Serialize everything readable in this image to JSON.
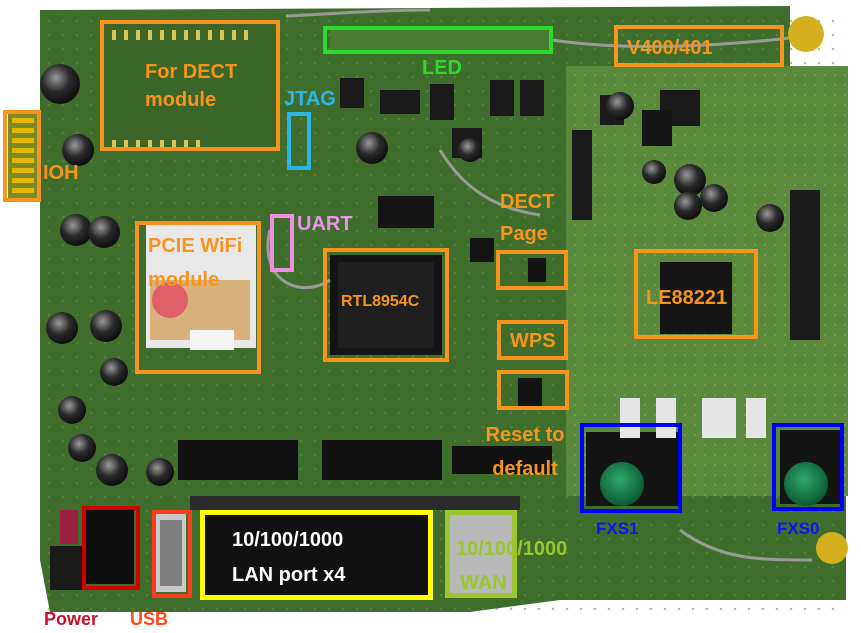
{
  "labels": {
    "dect_module": "For DECT module",
    "led": "LED",
    "v400": "V400/401",
    "jtag": "JTAG",
    "ioh": "IOH",
    "uart": "UART",
    "pcie": "PCIE WiFi module",
    "rtl": "RTL8954C",
    "dect_page": "DECT Page",
    "le88221": "LE88221",
    "wps": "WPS",
    "reset": "Reset to default",
    "fxs1": "FXS1",
    "fxs0": "FXS0",
    "lan_speed": "10/100/1000",
    "lan_ports": "LAN port x4",
    "wan_speed": "10/100/1000",
    "wan": "WAN",
    "power": "Power",
    "usb": "USB"
  },
  "colors": {
    "annotation_orange": "#f7941d",
    "led_green": "#2fd82f",
    "fxs_blue": "#0000ff",
    "jtag_cyan": "#2ab6ea",
    "uart_pink": "#f08fe0",
    "lan_yellow": "#ffff00",
    "wan_olive": "#9bc62e",
    "power_red": "#c8102e",
    "usb_red": "#ff3b1f",
    "pcb_green": "#3f6e2c"
  }
}
